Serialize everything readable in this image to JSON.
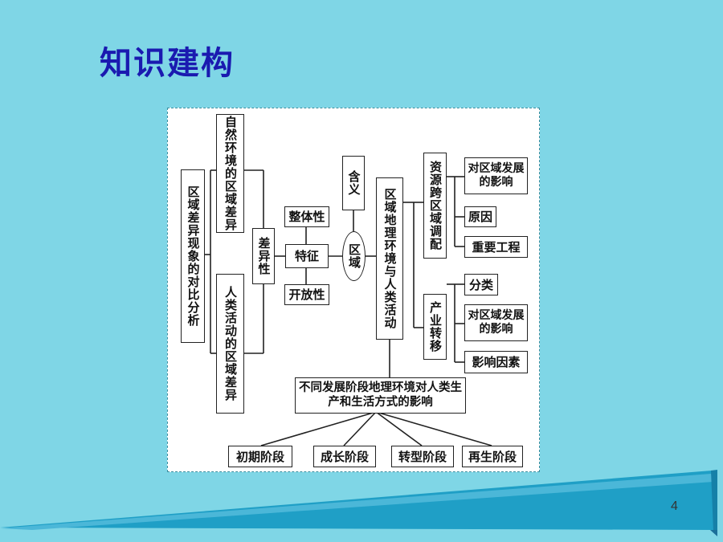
{
  "title": "知识建构",
  "page_number": "4",
  "diagram": {
    "left_topic": "区域差异现象的对比分析",
    "natural": "自然环境的区域差异",
    "human": "人类活动的区域差异",
    "diff": "差异性",
    "feature": "特征",
    "whole": "整体性",
    "open": "开放性",
    "meaning": "含义",
    "region": "区域",
    "center": "区域地理环境与人类活动",
    "resource": "资源跨区域调配",
    "res_impact": "对区域发展的影响",
    "reason": "原因",
    "project": "重要工程",
    "industry": "产业转移",
    "category": "分类",
    "ind_impact": "对区域发展的影响",
    "factors": "影响因素",
    "stages_title": "不同发展阶段地理环境对人类生产和生活方式的影响",
    "stages": [
      "初期阶段",
      "成长阶段",
      "转型阶段",
      "再生阶段"
    ]
  }
}
